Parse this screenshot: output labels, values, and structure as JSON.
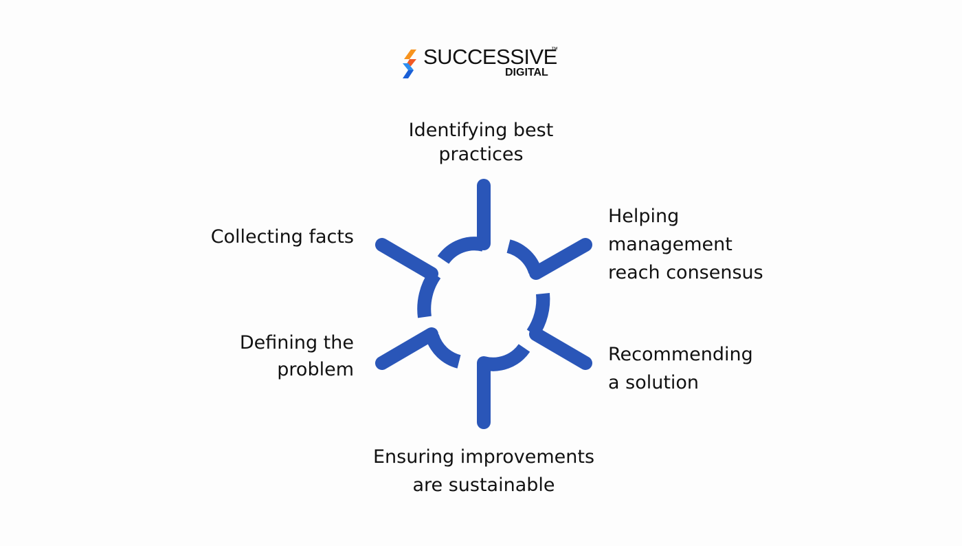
{
  "brand": {
    "name": "SUCCESSIVE",
    "trademark": "™",
    "sub": "DIGITAL",
    "colors": {
      "orange": "#f7931e",
      "blue": "#2d8ff0",
      "dark_blue": "#1a5fd6"
    }
  },
  "diagram": {
    "color": "#2a56b8",
    "steps": [
      {
        "lines": [
          "Identifying best",
          "practices"
        ]
      },
      {
        "lines": [
          "Helping",
          "management",
          "reach consensus"
        ]
      },
      {
        "lines": [
          "Recommending",
          "a solution"
        ]
      },
      {
        "lines": [
          "Ensuring improvements",
          "are sustainable"
        ]
      },
      {
        "lines": [
          "Defining the",
          "problem"
        ]
      },
      {
        "lines": [
          "Collecting facts"
        ]
      }
    ]
  }
}
